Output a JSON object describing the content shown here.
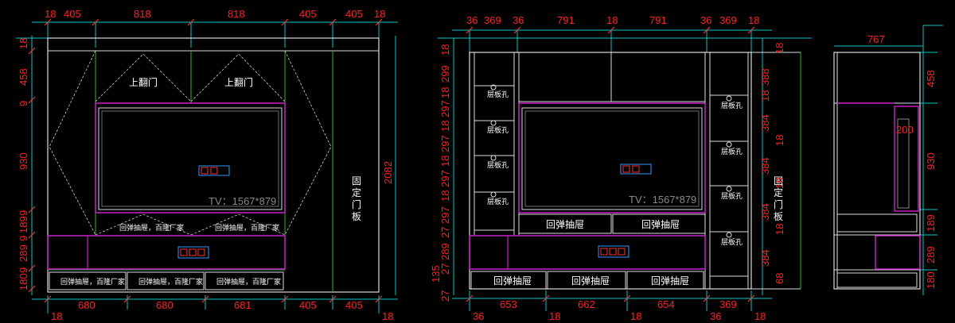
{
  "colors": {
    "background": "#000000",
    "cabinet": "#ffffff",
    "dimension_line": "#00c8c8",
    "dimension_text": "#ff2020",
    "accent": "#cc22cc",
    "panel": "#22bb22",
    "socket": "#3399ff"
  },
  "view1": {
    "top_dims": [
      "18",
      "405",
      "818",
      "818",
      "405",
      "405",
      "18"
    ],
    "bottom_dims": [
      "680",
      "680",
      "681",
      "405",
      "405"
    ],
    "bottom_edge_dims": [
      "18",
      "18"
    ],
    "left_dims": [
      "18",
      "458",
      "9",
      "930",
      "9",
      "189",
      "9",
      "289",
      "9",
      "180"
    ],
    "overall_height": "2082",
    "flip_door_label": "上翻门",
    "tv_label": "TV：1567*879",
    "drawer_note": "回弹抽屉，百隆厂家",
    "fixed_panel_label": [
      "固",
      "定",
      "门",
      "板"
    ]
  },
  "view2": {
    "top_dims": [
      "36",
      "369",
      "36",
      "791",
      "18",
      "791",
      "36",
      "369",
      "18"
    ],
    "bottom_dims": [
      "653",
      "662",
      "654",
      "369"
    ],
    "bottom_edge_dims": [
      "36",
      "18",
      "18",
      "36",
      "18"
    ],
    "left_dims": [
      "18",
      "299",
      "18",
      "297",
      "18",
      "297",
      "18",
      "297",
      "18",
      "297",
      "27",
      "289",
      "27",
      "135",
      "27"
    ],
    "right_dims": [
      "18",
      "388",
      "18",
      "384",
      "18",
      "384",
      "18",
      "384",
      "18",
      "384",
      "68"
    ],
    "shelf_label": "层板孔",
    "tv_label": "TV：1567*879",
    "drawer_label": "回弹抽屉",
    "fixed_panel_label": [
      "固",
      "定",
      "门",
      "板"
    ]
  },
  "view3": {
    "top_dim": "767",
    "right_dims": [
      "458",
      "930",
      "189",
      "289",
      "180"
    ],
    "inner_dim": "200"
  }
}
